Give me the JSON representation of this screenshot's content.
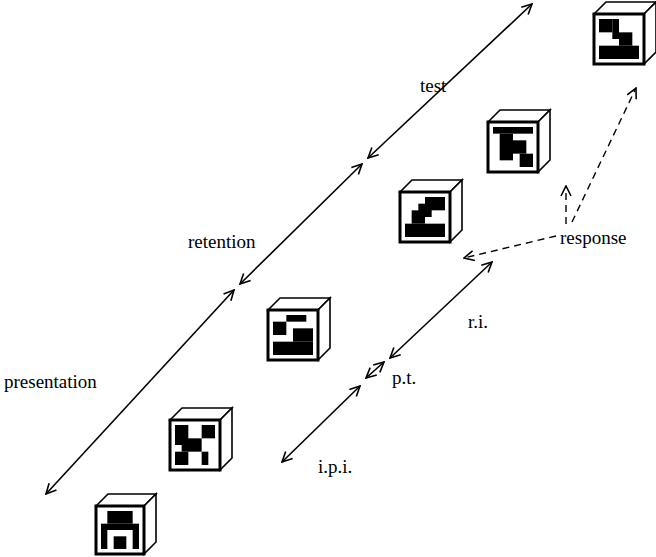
{
  "diagram": {
    "labels": [
      "presentation",
      "retention",
      "test",
      "i.p.i.",
      "p.t.",
      "r.i.",
      "response"
    ]
  }
}
